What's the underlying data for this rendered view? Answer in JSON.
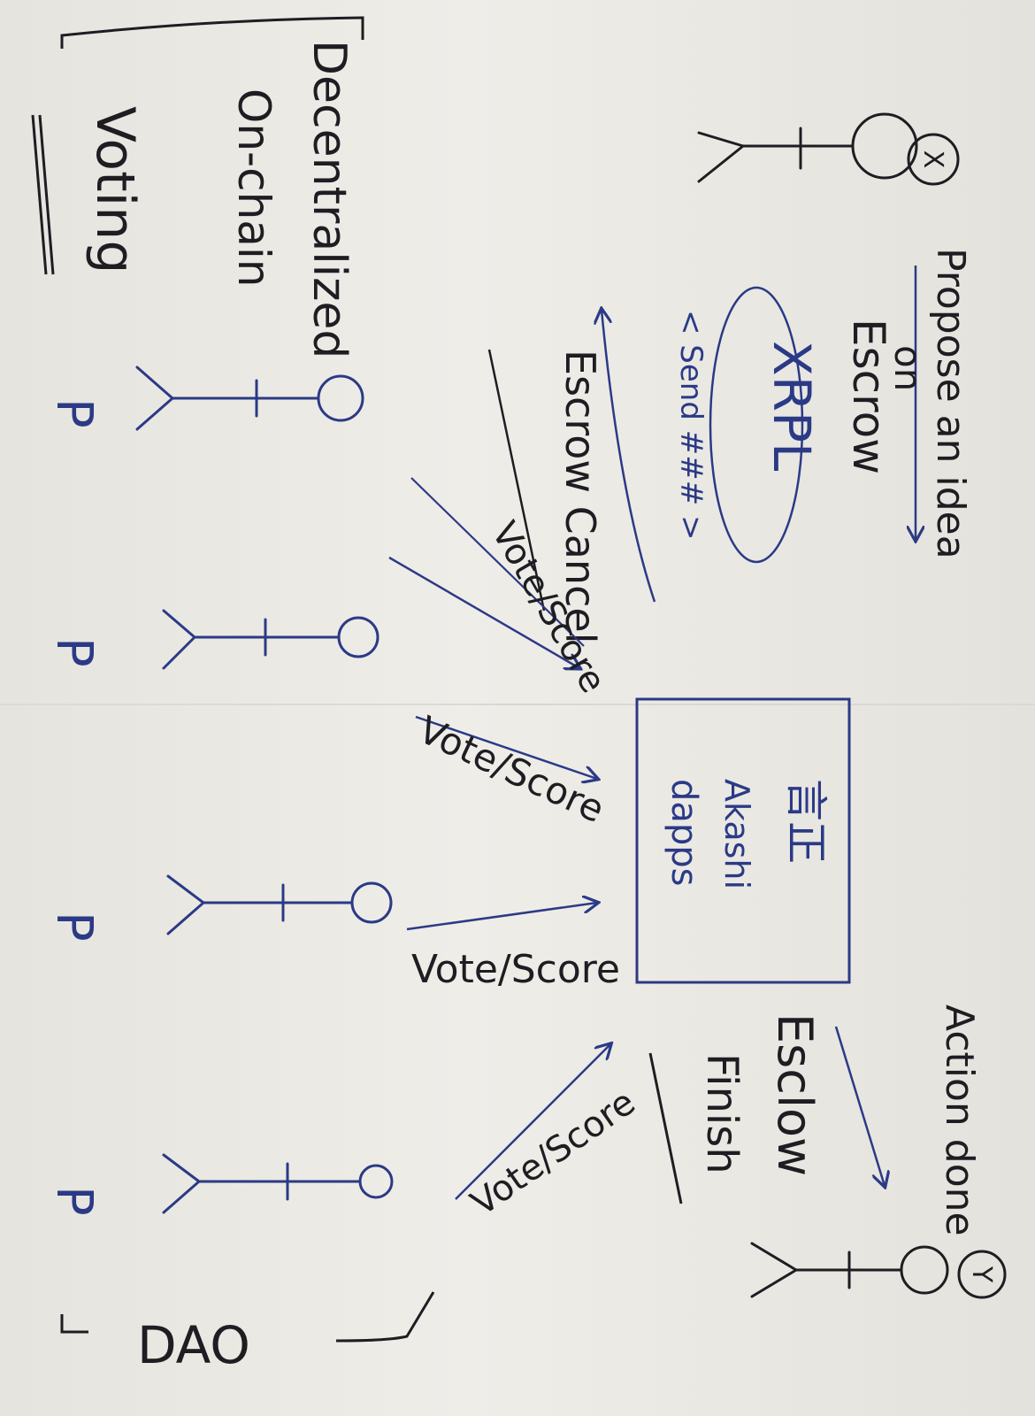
{
  "colors": {
    "ink_black": "#1d1d22",
    "ink_blue": "#2b3a86",
    "paper": "#ecebe6"
  },
  "labels": {
    "proposer_mark": "X",
    "checker_mark": "Y",
    "propose_idea": "Propose an idea",
    "on": "on",
    "escrow_top": "Escrow",
    "xrpl": "XRPL",
    "send": "< Send ### >",
    "escrow_cancel": "Escrow Cancel",
    "decentralized": "Decentralized",
    "on_chain": "On-chain",
    "voting": "Voting",
    "vote_score_1": "Vote/Score",
    "vote_score_2": "Vote/Score",
    "vote_score_3": "Vote/Score",
    "vote_score_4": "Vote/Score",
    "box_kanji": "言正",
    "box_akashi": "Akashi",
    "box_dapps": "dapps",
    "action_done": "Action done",
    "esclow": "Esclow",
    "finish": "Finish",
    "dao": "DAO",
    "participant": "P"
  },
  "participants": [
    "P",
    "P",
    "P",
    "P"
  ]
}
